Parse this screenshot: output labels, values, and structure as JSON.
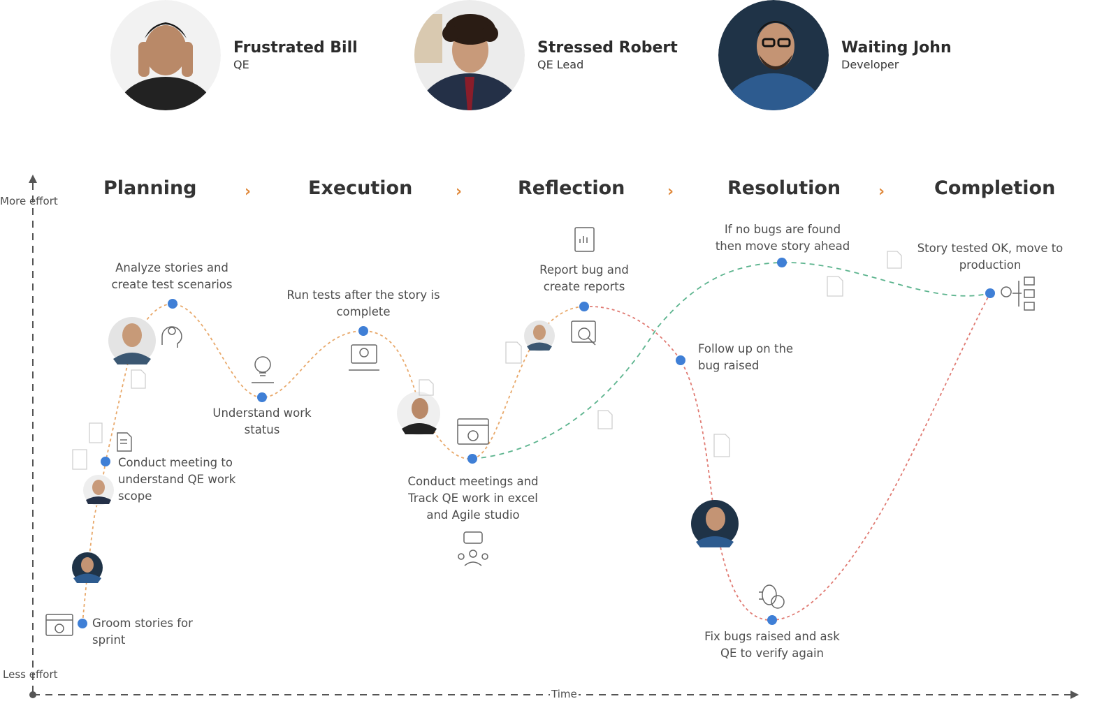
{
  "personas": [
    {
      "name": "Frustrated Bill",
      "role": "QE"
    },
    {
      "name": "Stressed Robert",
      "role": "QE Lead"
    },
    {
      "name": "Waiting John",
      "role": "Developer"
    }
  ],
  "phases": [
    "Planning",
    "Execution",
    "Reflection",
    "Resolution",
    "Completion"
  ],
  "axes": {
    "y_top": "More effort",
    "y_bottom": "Less effort",
    "x": "Time"
  },
  "steps": {
    "groom": "Groom stories for sprint",
    "conduct_meeting": "Conduct meeting to understand QE work scope",
    "analyze": "Analyze stories and create test scenarios",
    "understand": "Understand work status",
    "run_tests": "Run tests after the story is complete",
    "track": "Conduct meetings and Track QE work in excel and Agile studio",
    "report": "Report bug and create reports",
    "follow_up": "Follow up on the bug raised",
    "no_bugs": "If no bugs are found then move story ahead",
    "fix": "Fix bugs raised and ask QE to verify again",
    "tested_ok": "Story tested OK, move to production"
  },
  "colors": {
    "qe_path": "#e8a86a",
    "bug_path": "#e07a72",
    "success_path": "#5cb48e",
    "node": "#3f7fd6",
    "chevron": "#e0883a"
  },
  "icons": [
    "gear-window-icon",
    "report-doc-icon",
    "brain-gear-icon",
    "lightbulb-icon",
    "laptop-gear-icon",
    "chart-doc-icon",
    "magnify-report-icon",
    "team-chat-icon",
    "bug-wrench-icon",
    "monitor-checklist-icon"
  ]
}
